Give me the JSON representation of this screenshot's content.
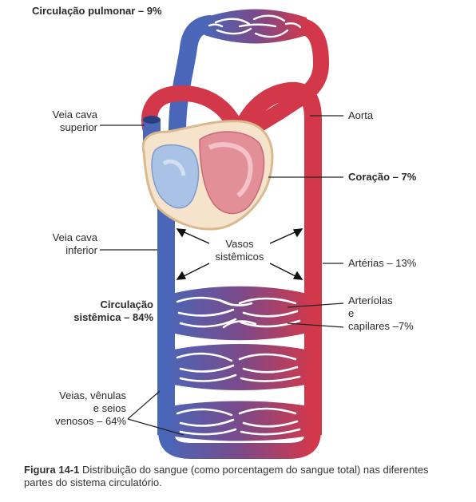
{
  "labels": {
    "pulmonary": "Circulação pulmonar – 9%",
    "vena_cava_superior": [
      "Veia cava",
      "superior"
    ],
    "aorta": "Aorta",
    "heart": "Coração – 7%",
    "vena_cava_inferior": [
      "Veia cava",
      "inferior"
    ],
    "systemic_vessels": [
      "Vasos",
      "sistêmicos"
    ],
    "arteries": "Artérias – 13%",
    "systemic_circulation": [
      "Circulação",
      "sistêmica – 84%"
    ],
    "arterioles": [
      "Arteríolas",
      "e",
      "capilares –7%"
    ],
    "veins": [
      "Veias, vênulas",
      "e seios",
      "venosos – 64%"
    ]
  },
  "caption": {
    "figure": "Figura 14-1",
    "text": " Distribuição do sangue (como porcentagem do sangue total) nas diferentes partes do sistema circulatório."
  },
  "colors": {
    "artery": "#d2384a",
    "vein": "#4a66b8",
    "capillary": "#7a4a8a",
    "heart_outline": "#d9b98f",
    "heart_left": "#e38f98",
    "heart_right": "#a9c2e6"
  }
}
